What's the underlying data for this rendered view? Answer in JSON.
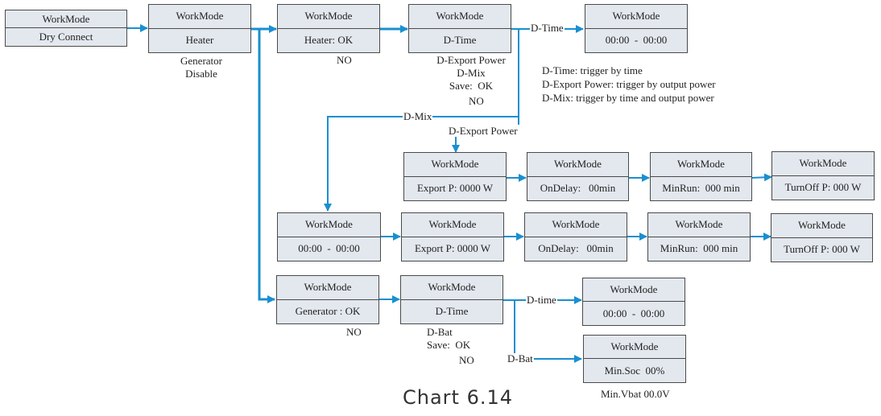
{
  "caption": "Chart 6.14",
  "boxes": {
    "dry_connect": {
      "title": "WorkMode",
      "value": "Dry Connect"
    },
    "heater": {
      "title": "WorkMode",
      "value": "Heater"
    },
    "heater_ok": {
      "title": "WorkMode",
      "value": "Heater: OK"
    },
    "d_time_select": {
      "title": "WorkMode",
      "value": "D-Time"
    },
    "time_range_top": {
      "title": "WorkMode",
      "value": "00:00  -  00:00"
    },
    "export_p1": {
      "title": "WorkMode",
      "value": "Export P: 0000 W"
    },
    "ondelay1": {
      "title": "WorkMode",
      "value": "OnDelay:   00min"
    },
    "minrun1": {
      "title": "WorkMode",
      "value": "MinRun:  000 min"
    },
    "turnoff1": {
      "title": "WorkMode",
      "value": "TurnOff P: 000 W"
    },
    "time_range_mix": {
      "title": "WorkMode",
      "value": "00:00  -  00:00"
    },
    "export_p2": {
      "title": "WorkMode",
      "value": "Export P: 0000 W"
    },
    "ondelay2": {
      "title": "WorkMode",
      "value": "OnDelay:   00min"
    },
    "minrun2": {
      "title": "WorkMode",
      "value": "MinRun:  000 min"
    },
    "turnoff2": {
      "title": "WorkMode",
      "value": "TurnOff P: 000 W"
    },
    "generator_ok": {
      "title": "WorkMode",
      "value": "Generator : OK"
    },
    "gen_d_time": {
      "title": "WorkMode",
      "value": "D-Time"
    },
    "gen_time_range": {
      "title": "WorkMode",
      "value": "00:00  -  00:00"
    },
    "min_soc": {
      "title": "WorkMode",
      "value": "Min.Soc  00%"
    }
  },
  "notes": {
    "heater_options": "Generator\nDisable",
    "heater_ok_no": "NO",
    "d_time_options": "D-Export Power\nD-Mix\nSave:  OK",
    "d_time_no": "NO",
    "legend": [
      "D-Time: trigger by time",
      "D-Export Power: trigger by output power",
      "D-Mix: trigger by time and output power"
    ],
    "generator_ok_no": "NO",
    "gen_d_time_options": "D-Bat\nSave:  OK",
    "gen_d_time_no": "NO",
    "min_vbat": "Min.Vbat 00.0V"
  },
  "edges": {
    "d_time": "D-Time",
    "d_mix": "D-Mix",
    "d_export_power": "D-Export Power",
    "d_time_lower": "D-time",
    "d_bat": "D-Bat"
  },
  "colors": {
    "wire": "#1a8fd0",
    "box_fill": "#e3e8ee",
    "box_border": "#4a4a4a"
  }
}
